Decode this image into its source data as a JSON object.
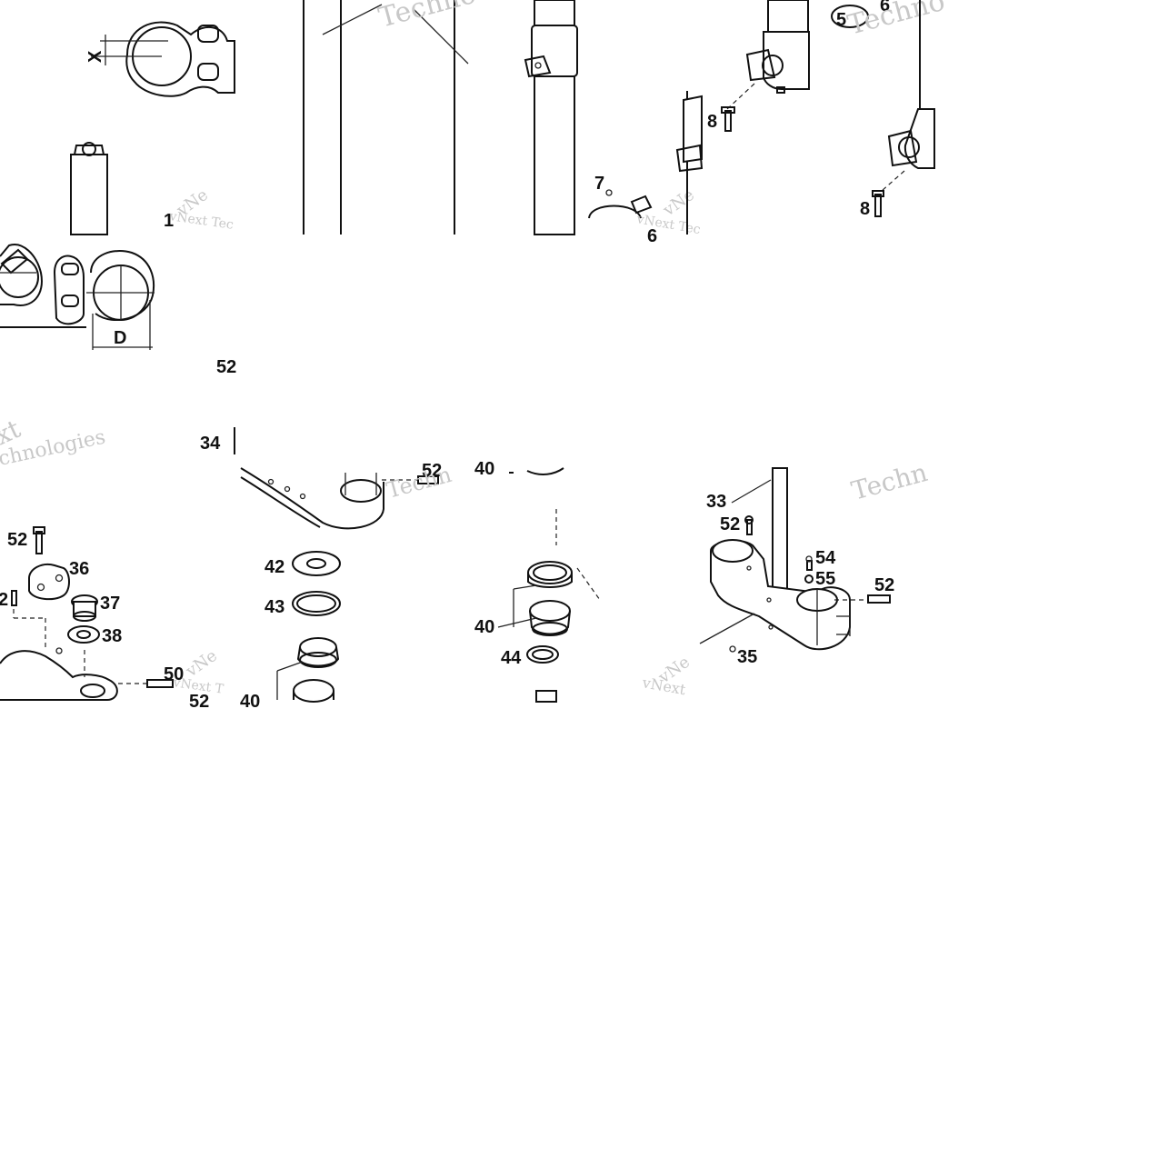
{
  "labels": {
    "dim_x": "X",
    "dim_d": "D",
    "p1": "1",
    "p5": "5",
    "p6a": "6",
    "p6b": "6",
    "p7": "7",
    "p8a": "8",
    "p8b": "8",
    "p33": "33",
    "p34": "34",
    "p35": "35",
    "p36": "36",
    "p37": "37",
    "p38": "38",
    "p40a": "40",
    "p40b": "40",
    "p40c": "40",
    "p42": "42",
    "p43": "43",
    "p44": "44",
    "p50": "50",
    "p52a": "52",
    "p52b": "52",
    "p52c": "52",
    "p52d": "52",
    "p52e": "52",
    "p52f": "52",
    "p52g": "2",
    "p54": "54",
    "p55": "55"
  },
  "watermarks": {
    "w1": "Techno",
    "w2": "Techno",
    "w3": "vNext Tec",
    "w4": "vNe",
    "w5": "vNext Tec",
    "w6": "vNe",
    "w7": "xt",
    "w8": "chnologies",
    "w9": "Techn",
    "w10": "vNext T",
    "w11": "vNe",
    "w12": "vNext",
    "w13": "Techn"
  },
  "colors": {
    "ink": "#111111",
    "watermark": "#c8c8c8",
    "background": "#ffffff"
  }
}
